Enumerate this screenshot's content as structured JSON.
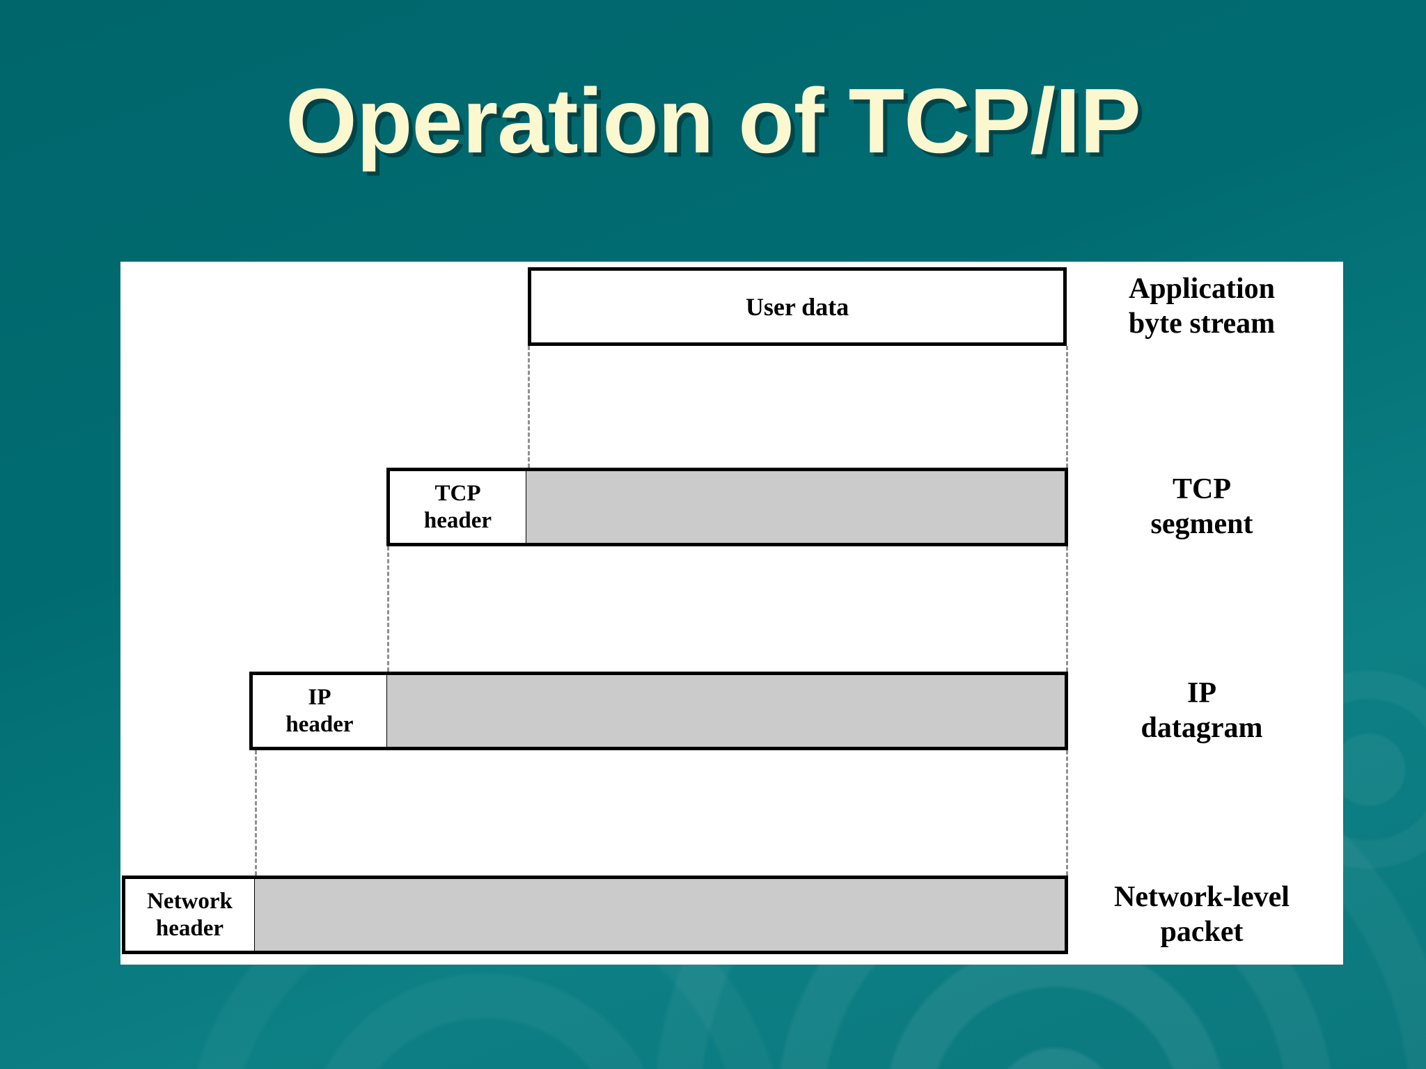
{
  "slide": {
    "title": "Operation of TCP/IP",
    "background_color": "#006268",
    "title_color": "#fbf8d0"
  },
  "diagram": {
    "panel_background": "#ffffff",
    "payload_fill": "#cbcbcb",
    "border_color": "#000000",
    "guide_color": "#8f8f8f",
    "rows": [
      {
        "name": "application-byte-stream",
        "header": null,
        "box_label": "User data",
        "side_label": "Application\nbyte stream"
      },
      {
        "name": "tcp-segment",
        "header": "TCP\nheader",
        "box_label": "",
        "side_label": "TCP\nsegment"
      },
      {
        "name": "ip-datagram",
        "header": "IP\nheader",
        "box_label": "",
        "side_label": "IP\ndatagram"
      },
      {
        "name": "network-level-packet",
        "header": "Network\nheader",
        "box_label": "",
        "side_label": "Network-level\npacket"
      }
    ]
  }
}
